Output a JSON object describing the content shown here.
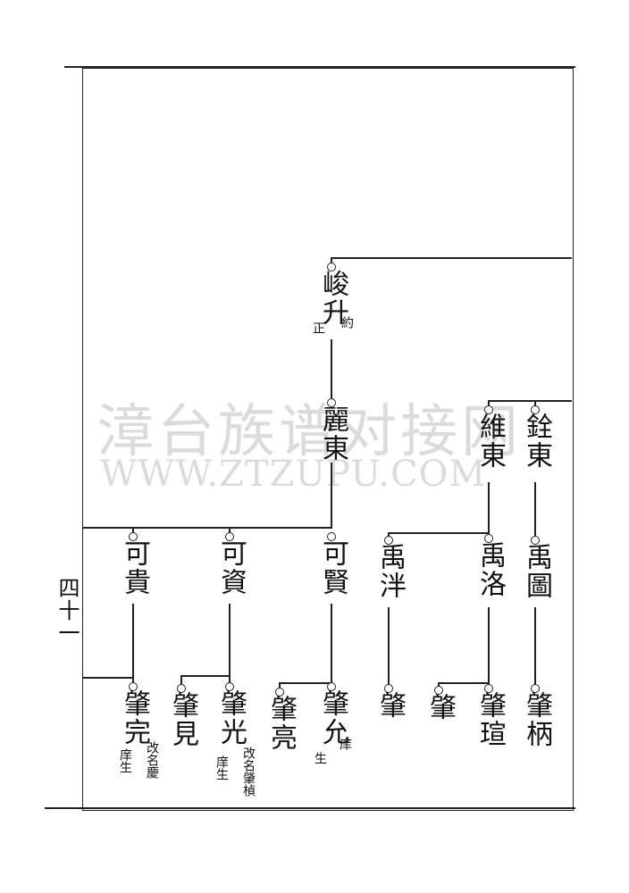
{
  "page_number": "四十一",
  "watermark": {
    "line1": "漳台族谱对接网",
    "line2": "WWW.ZTZUPU.COM"
  },
  "persons": {
    "junsheng": {
      "name": "峻升",
      "note_a": "約",
      "note_b": "正"
    },
    "lidong": {
      "name": "麗東"
    },
    "quandong": {
      "name": "銓東"
    },
    "weidong": {
      "name": "維東"
    },
    "kexian": {
      "name": "可賢"
    },
    "kezi": {
      "name": "可資"
    },
    "kegui": {
      "name": "可貴"
    },
    "yupan": {
      "name": "禹泮"
    },
    "yuluo": {
      "name": "禹洛"
    },
    "yutu": {
      "name": "禹圖"
    },
    "zhaoyun": {
      "name": "肇允",
      "note_a": "庠",
      "note_b": "生"
    },
    "zhaoliang": {
      "name": "肇亮"
    },
    "zhaoguang": {
      "name": "肇光",
      "note_a": "改名肇楨",
      "note_b": "庠生"
    },
    "zhaojian": {
      "name": "肇見"
    },
    "zhaowan": {
      "name": "肇完",
      "note_a": "改名慶",
      "note_b": "庠生"
    },
    "zhao_a": {
      "name": "肇"
    },
    "zhaoxuan": {
      "name": "肇瑄"
    },
    "zhao_b": {
      "name": "肇"
    },
    "zhaobing": {
      "name": "肇柄"
    }
  }
}
